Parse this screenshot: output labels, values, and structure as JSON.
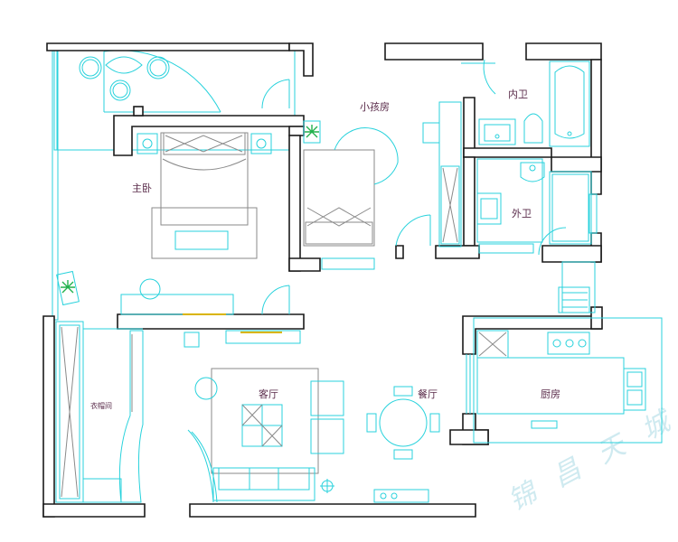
{
  "rooms": {
    "master_bedroom": "主卧",
    "kids_room": "小孩房",
    "inner_bath": "内卫",
    "outer_bath": "外卫",
    "living_room": "客厅",
    "dining_room": "餐厅",
    "kitchen": "厨房",
    "cloakroom": "衣帽间"
  },
  "watermark": "锦 昌 天 城",
  "colors": {
    "wall": "#1a1a1a",
    "furniture": "#28d2dc",
    "label": "#5a2b4a",
    "plant": "#22b14c",
    "accent": "#d9b400"
  }
}
